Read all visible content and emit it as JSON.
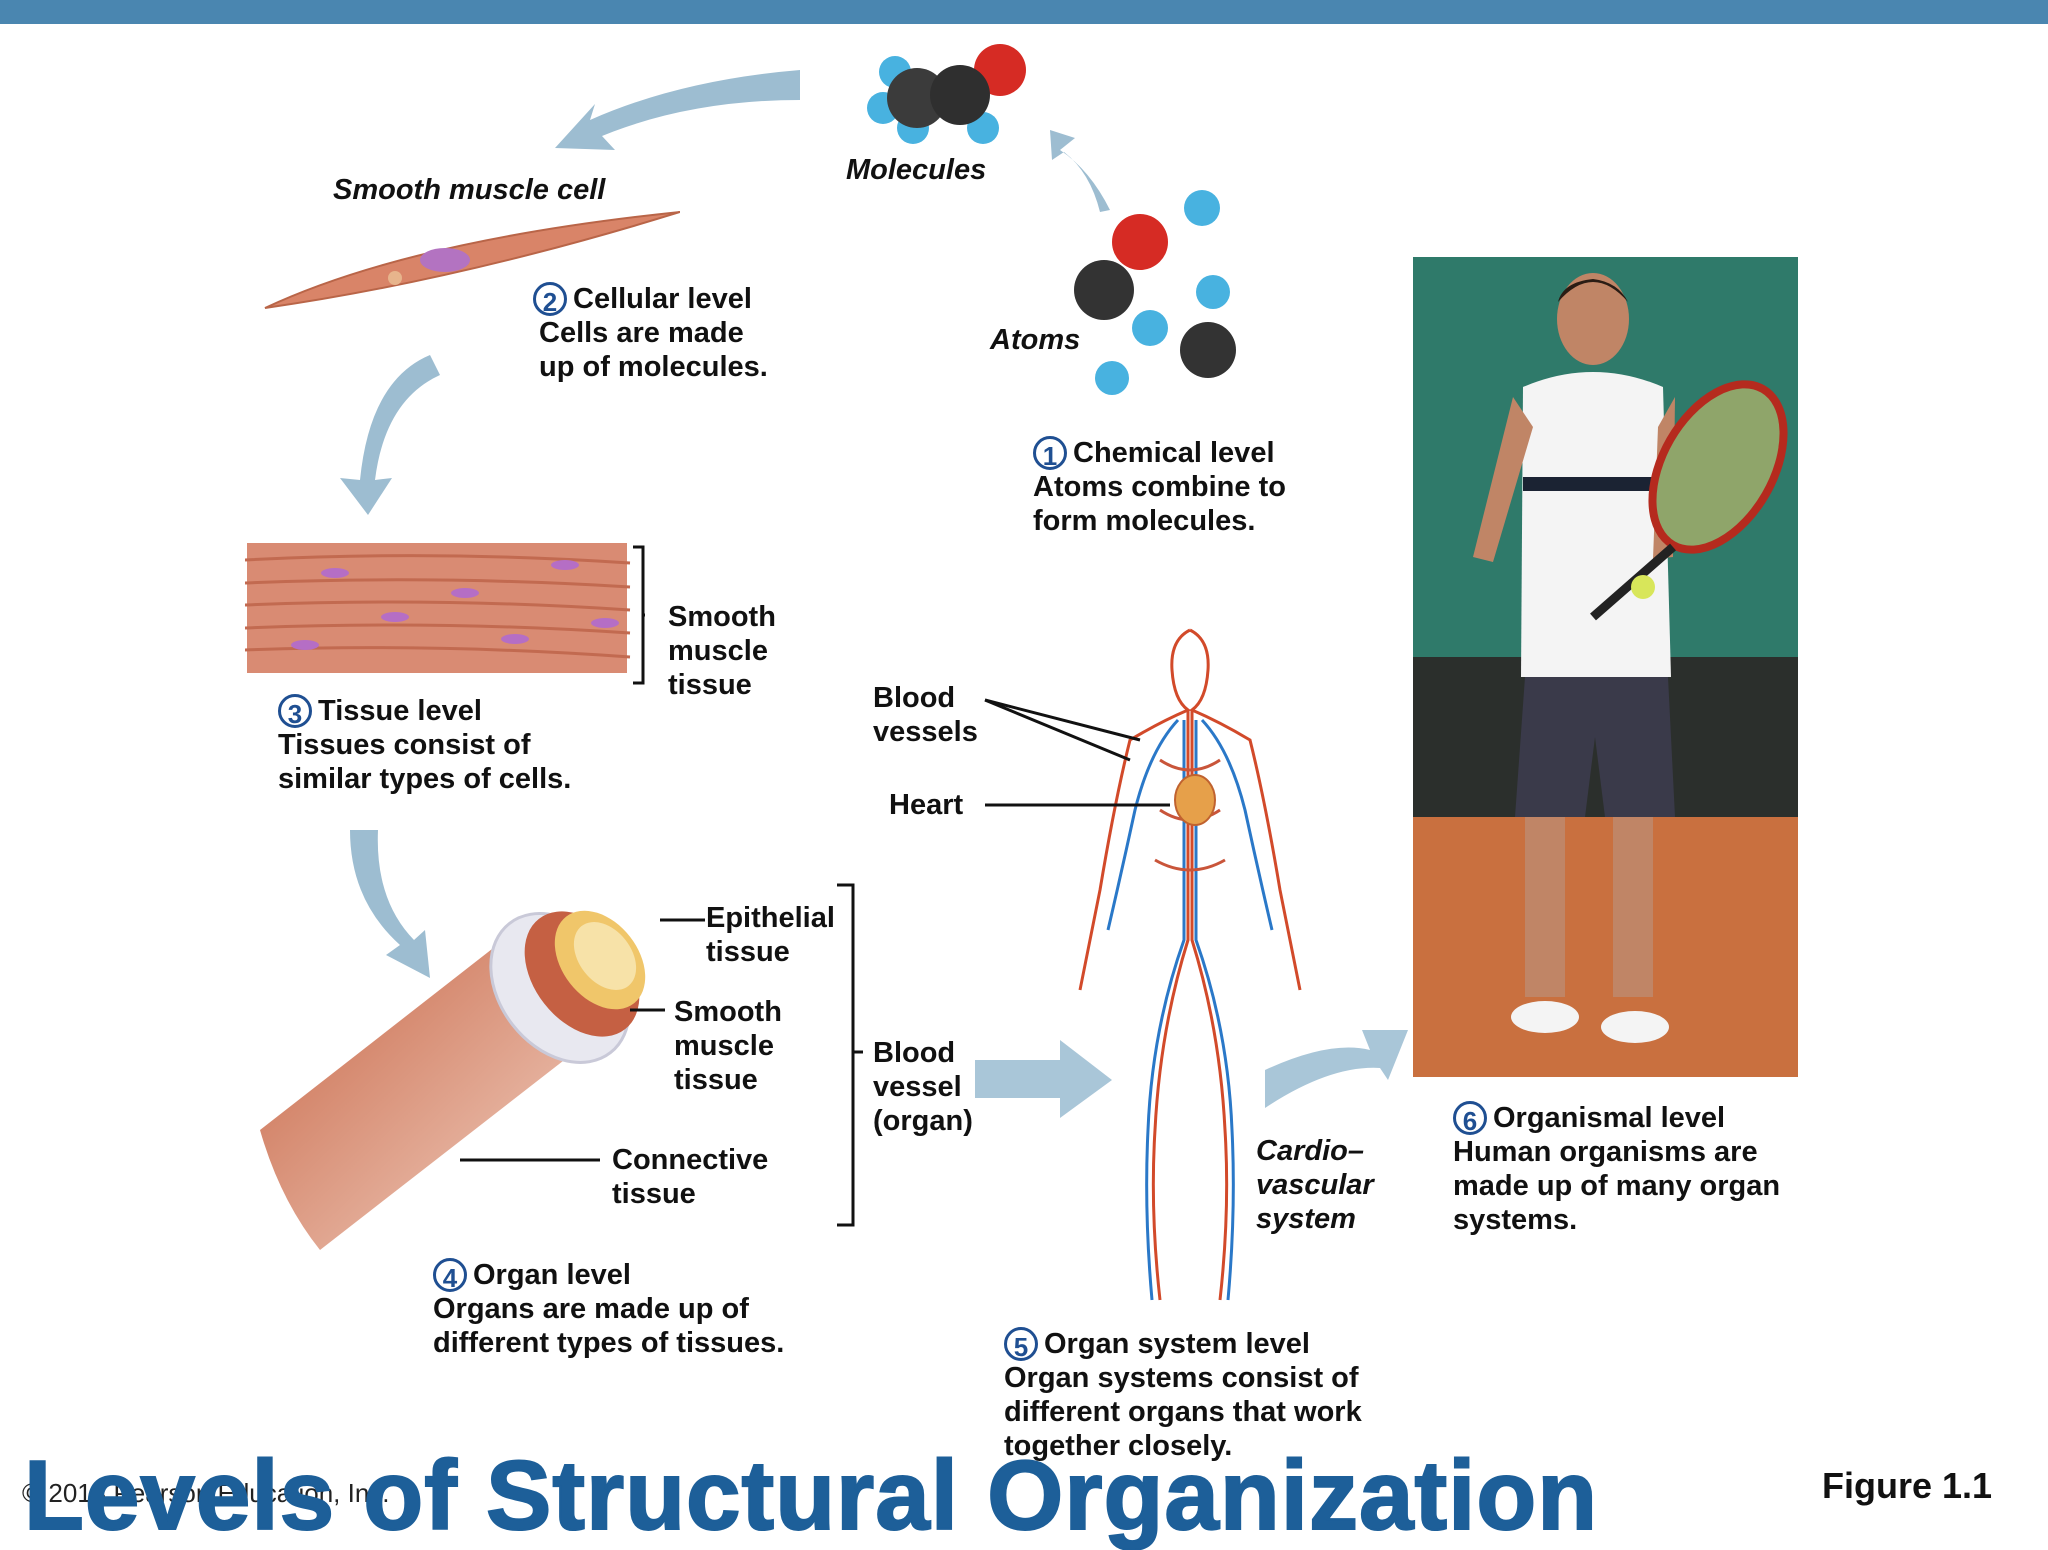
{
  "header_bar_color": "#4a86b0",
  "title": "Levels of Structural Organization",
  "figure_label": "Figure 1.1",
  "copyright": "© 2013 Pearson Education, Inc.",
  "labels": {
    "molecules": "Molecules",
    "atoms": "Atoms",
    "smooth_muscle_cell": "Smooth muscle cell",
    "smooth_muscle_tissue_1": [
      "Smooth",
      "muscle",
      "tissue"
    ],
    "epithelial_tissue": [
      "Epithelial",
      "tissue"
    ],
    "smooth_muscle_tissue_2": [
      "Smooth",
      "muscle",
      "tissue"
    ],
    "connective_tissue": [
      "Connective",
      "tissue"
    ],
    "blood_vessel_organ": [
      "Blood",
      "vessel",
      "(organ)"
    ],
    "blood_vessels": [
      "Blood",
      "vessels"
    ],
    "heart": "Heart",
    "cardiovascular_system": [
      "Cardio–",
      "vascular",
      "system"
    ]
  },
  "levels": [
    {
      "number": "1",
      "name": "Chemical level",
      "desc": [
        "Atoms combine to",
        "form molecules."
      ]
    },
    {
      "number": "2",
      "name": "Cellular level",
      "desc": [
        "Cells are made",
        "up of molecules."
      ]
    },
    {
      "number": "3",
      "name": "Tissue level",
      "desc": [
        "Tissues consist of",
        "similar types of cells."
      ]
    },
    {
      "number": "4",
      "name": "Organ level",
      "desc": [
        "Organs are made up of",
        "different types of tissues."
      ]
    },
    {
      "number": "5",
      "name": "Organ system level",
      "desc": [
        "Organ systems consist of",
        "different organs that work",
        "together closely."
      ]
    },
    {
      "number": "6",
      "name": "Organismal level",
      "desc": [
        "Human organisms are",
        "made up of many organ",
        "systems."
      ]
    }
  ]
}
